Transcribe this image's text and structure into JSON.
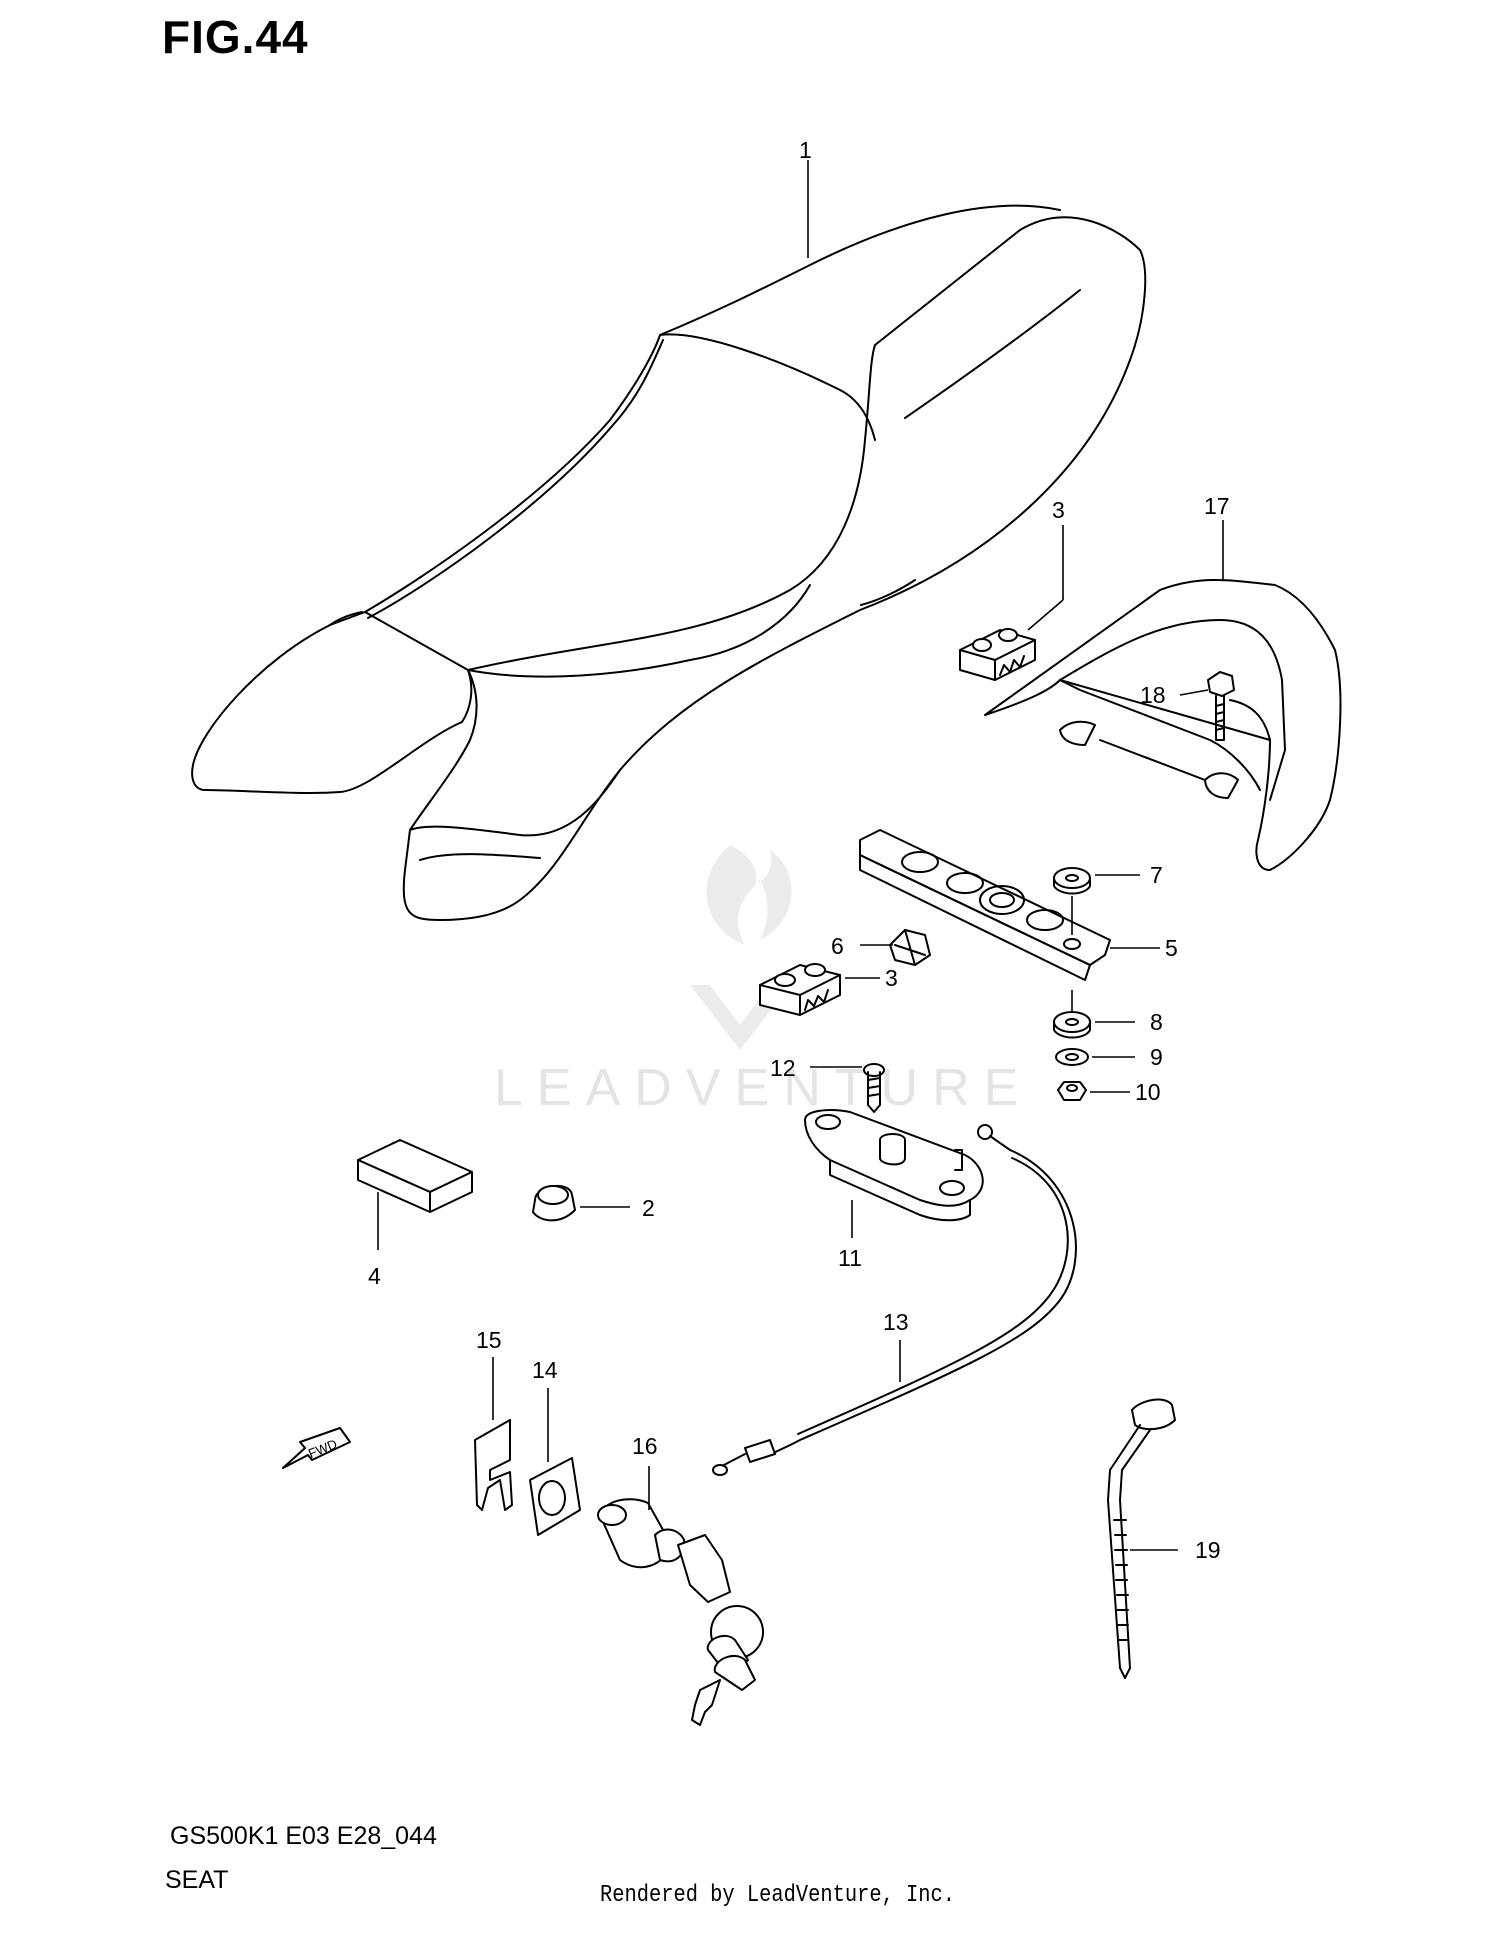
{
  "figure": {
    "title": "FIG.44",
    "model_code": "GS500K1 E03 E28_044",
    "section": "SEAT",
    "credit": "Rendered by LeadVenture, Inc.",
    "watermark": "LEADVENTURE",
    "direction_label": "FWD"
  },
  "callouts": [
    "1",
    "2",
    "3",
    "3",
    "4",
    "5",
    "6",
    "7",
    "8",
    "9",
    "10",
    "11",
    "12",
    "13",
    "14",
    "15",
    "16",
    "17",
    "18",
    "19"
  ]
}
